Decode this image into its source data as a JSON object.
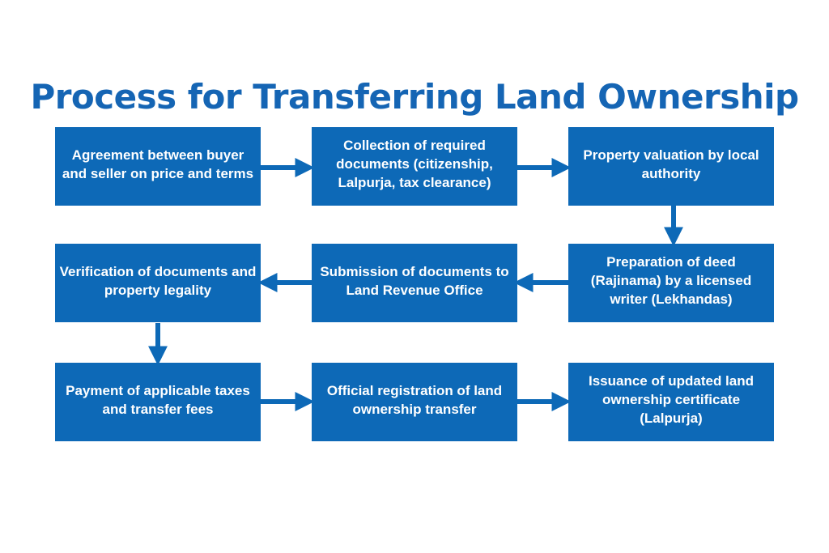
{
  "title": "Process for Transferring Land Ownership",
  "colors": {
    "accent": "#1565b4",
    "box_fill": "#0d69b7",
    "box_text": "#ffffff",
    "background": "#ffffff"
  },
  "steps": [
    {
      "label": "Agreement between buyer and seller on price and terms"
    },
    {
      "label": "Collection of required documents (citizenship, Lalpurja, tax clearance)"
    },
    {
      "label": "Property valuation by local authority"
    },
    {
      "label": "Preparation of deed (Rajinama) by a licensed writer (Lekhandas)"
    },
    {
      "label": "Submission of documents to Land Revenue Office"
    },
    {
      "label": "Verification of documents and property legality"
    },
    {
      "label": "Payment of applicable taxes and transfer fees"
    },
    {
      "label": "Official registration of land ownership transfer"
    },
    {
      "label": "Issuance of updated land ownership certificate (Lalpurja)"
    }
  ]
}
